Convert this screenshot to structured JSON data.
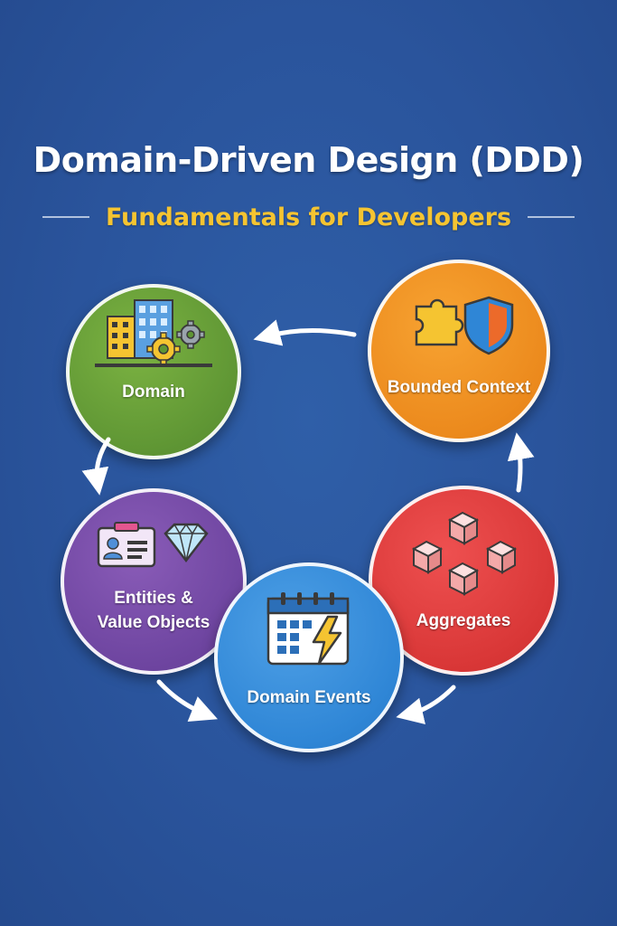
{
  "header": {
    "title": "Domain-Driven Design (DDD)",
    "subtitle": "Fundamentals for Developers"
  },
  "nodes": {
    "domain": {
      "label": "Domain",
      "icon": "buildings-gears-icon",
      "color": "#5f9634"
    },
    "bounded_context": {
      "label": "Bounded Context",
      "icon": "puzzle-shield-icon",
      "color": "#ec8a1d"
    },
    "entities": {
      "label_line1": "Entities &",
      "label_line2": "Value Objects",
      "icon": "id-card-diamond-icon",
      "color": "#6e45a0"
    },
    "aggregates": {
      "label": "Aggregates",
      "icon": "cubes-icon",
      "color": "#d93737"
    },
    "domain_events": {
      "label": "Domain Events",
      "icon": "calendar-lightning-icon",
      "color": "#2f86d6"
    }
  },
  "colors": {
    "background": "#2a549c",
    "title": "#ffffff",
    "subtitle": "#f5c431"
  }
}
